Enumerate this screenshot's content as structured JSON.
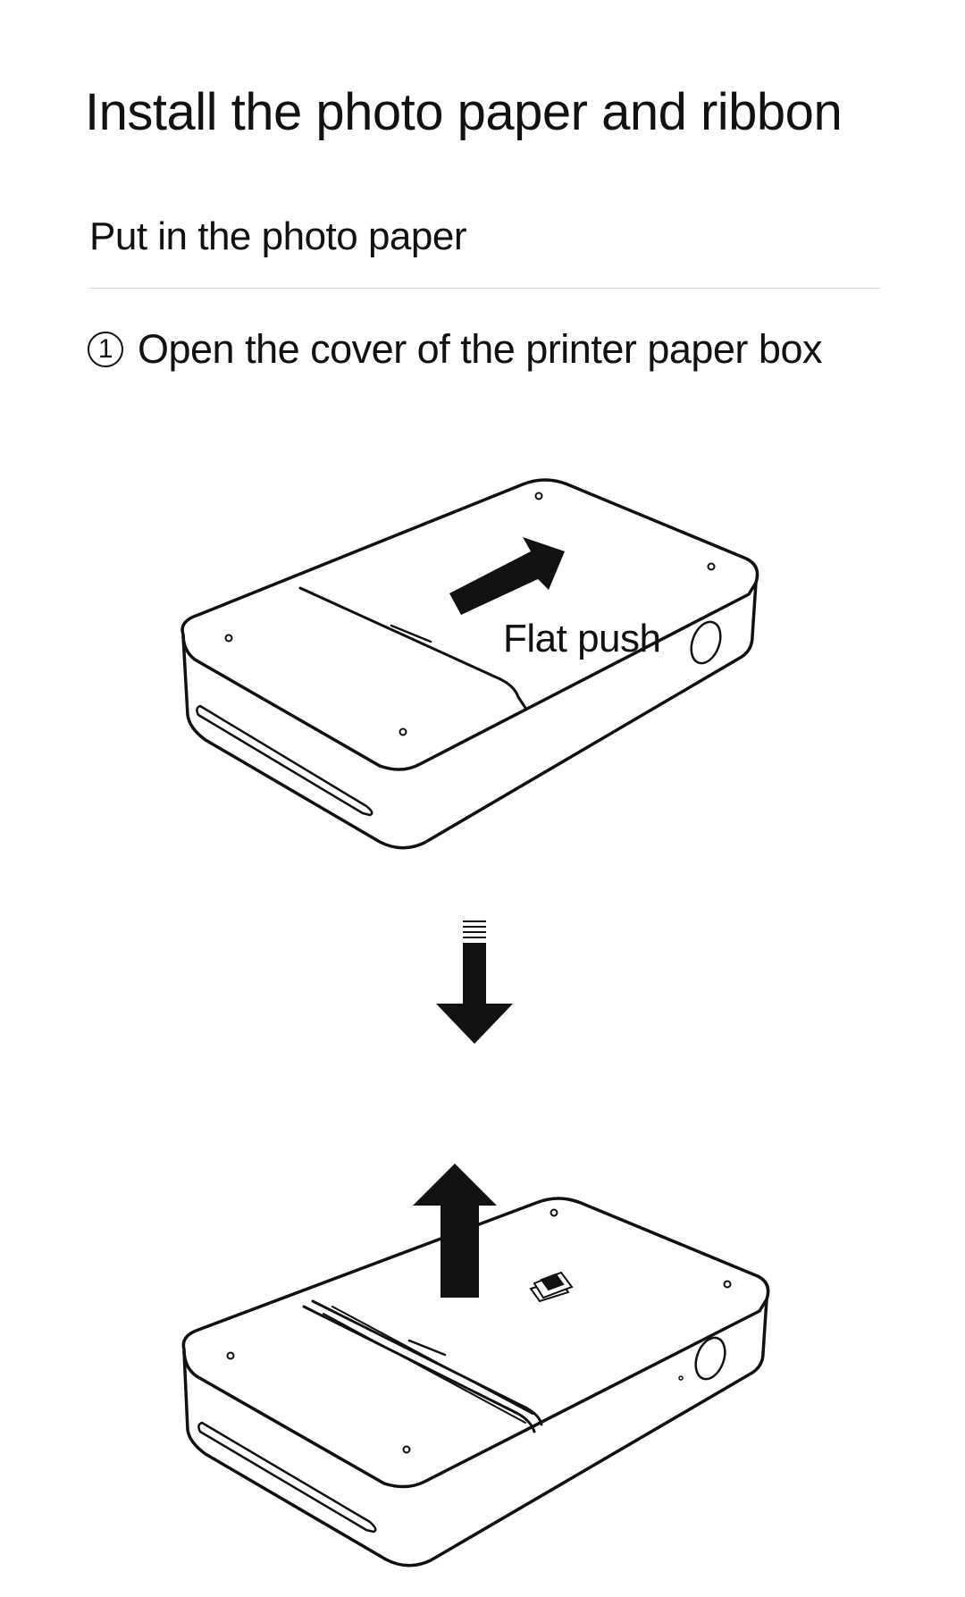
{
  "page": {
    "title": "Install the photo paper and ribbon",
    "section_title": "Put in the photo paper",
    "step": {
      "number": "1",
      "text": "Open the cover of the printer paper box"
    }
  },
  "illustration_top": {
    "label": "Flat push"
  },
  "icons": {
    "push_arrow": "diagonal-arrow-icon",
    "transition_arrow": "down-arrow-icon",
    "lift_arrow": "up-arrow-icon",
    "photo_logo": "photo-stack-icon"
  },
  "colors": {
    "ink": "#111111",
    "divider": "#d6d6d6",
    "background": "#ffffff"
  }
}
